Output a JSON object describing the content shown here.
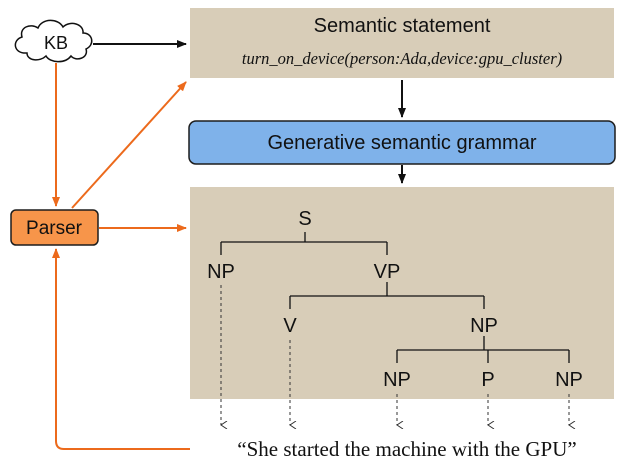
{
  "colors": {
    "panel": "#d8cdb8",
    "grammar_box": "#7fb2ea",
    "grammar_border": "#1d1d1d",
    "parser_box": "#f7954a",
    "accent_arrow": "#ec6a1c",
    "black_arrow": "#111111"
  },
  "nodes": {
    "kb": "KB",
    "parser": "Parser",
    "semantic_title": "Semantic statement",
    "semantic_formula": "turn_on_device(person:Ada,device:gpu_cluster)",
    "grammar": "Generative semantic grammar",
    "sentence": "“She started the machine with the GPU”"
  },
  "tree": {
    "s": "S",
    "np1": "NP",
    "vp": "VP",
    "v": "V",
    "np2": "NP",
    "np3": "NP",
    "p": "P",
    "np4": "NP"
  },
  "icons": {
    "kb": "cloud-icon"
  }
}
